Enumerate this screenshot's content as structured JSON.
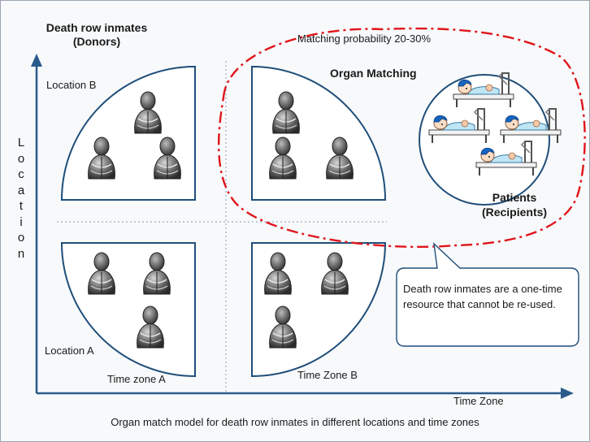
{
  "title": {
    "line1": "Death row inmates",
    "line2": "(Donors)"
  },
  "matching_probability": "Matching probability 20-30%",
  "organ_matching": "Organ Matching",
  "patients": {
    "line1": "Patients",
    "line2": "(Recipients)"
  },
  "y_axis_letters": [
    "L",
    "o",
    "c",
    "a",
    "t",
    "i",
    "o",
    "n"
  ],
  "x_axis_label": "Time Zone",
  "labels": {
    "location_b": "Location B",
    "location_a": "Location A",
    "time_zone_a": "Time zone A",
    "time_zone_b": "Time Zone B"
  },
  "callout": "Death row inmates are a one-time resource that cannot be re-used.",
  "caption": "Organ match model for death row inmates in different locations and time zones",
  "colors": {
    "axis": "#2a5a8a",
    "outline": "#1f4e79",
    "dash": "#e0151a",
    "grid": "#9ab0c4",
    "frame": "#9aa7b4",
    "bed": "#bfe6f5",
    "hair": "#1565c0"
  },
  "icons": {
    "inmate": "inmate-figure-icon",
    "patient": "patient-bed-icon"
  }
}
